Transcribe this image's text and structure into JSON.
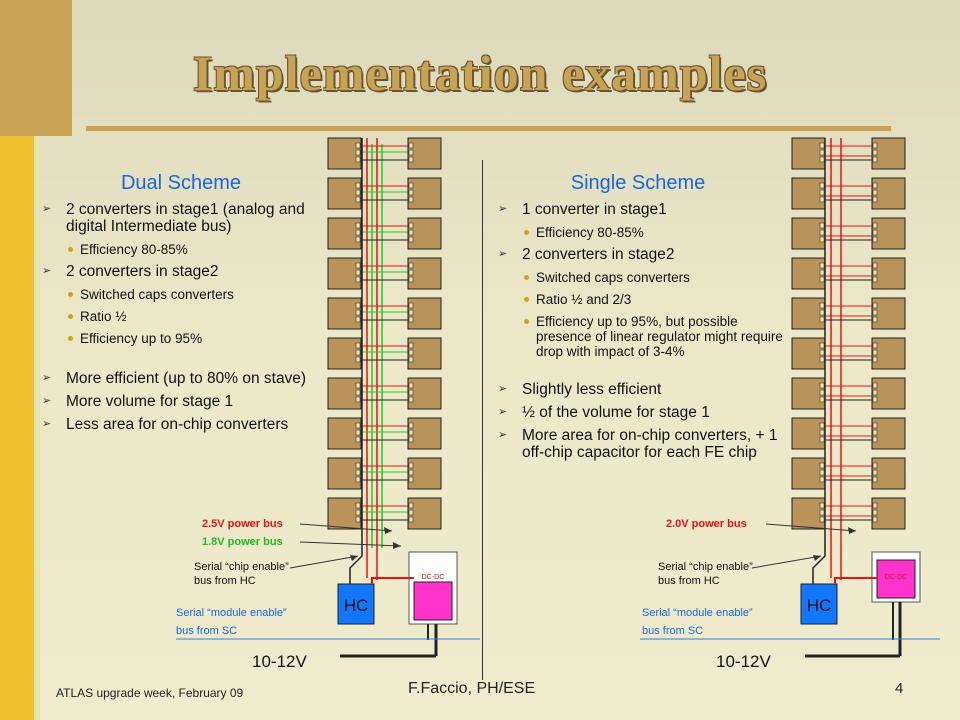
{
  "title": "Implementation examples",
  "dual": {
    "heading": "Dual Scheme",
    "b1": "2 converters in stage1 (analog and digital Intermediate bus)",
    "b1_s1": "Efficiency 80-85%",
    "b2": "2 converters in stage2",
    "b2_s1": "Switched caps converters",
    "b2_s2": "Ratio ½",
    "b2_s3": "Efficiency up to 95%",
    "b3": "More efficient (up to 80% on stave)",
    "b4": "More volume for stage 1",
    "b5": "Less area for on-chip converters"
  },
  "single": {
    "heading": "Single Scheme",
    "b1": "1 converter in stage1",
    "b1_s1": "Efficiency 80-85%",
    "b2": "2 converters in stage2",
    "b2_s1": "Switched caps converters",
    "b2_s2": "Ratio ½ and 2/3",
    "b2_s3": "Efficiency up to 95%, but possible presence of linear regulator might require drop with impact of 3-4%",
    "b3": "Slightly less efficient",
    "b4": "½ of the volume for stage 1",
    "b5": "More area for on-chip converters, + 1 off-chip capacitor for each FE chip"
  },
  "diagram_left": {
    "bus_red": "2.5V power bus",
    "bus_green": "1.8V power bus",
    "chip_enable_1": "Serial “chip enable”",
    "chip_enable_2": "bus from HC",
    "module_enable_1": "Serial “module enable”",
    "module_enable_2": "bus from SC",
    "hc": "HC",
    "dcdc": "DC-DC",
    "voltage": "10-12V"
  },
  "diagram_right": {
    "bus_red": "2.0V power bus",
    "chip_enable_1": "Serial “chip enable”",
    "chip_enable_2": "bus from HC",
    "module_enable_1": "Serial “module enable”",
    "module_enable_2": "bus from SC",
    "hc": "HC",
    "dcdc": "DC-DC",
    "voltage": "10-12V"
  },
  "footer": {
    "left": "ATLAS upgrade week, February 09",
    "center": "F.Faccio, PH/ESE",
    "page": "4"
  },
  "colors": {
    "chip": "#b8935a",
    "red_bus": "#ee1111",
    "green_bus": "#22cc22",
    "hc_box": "#1177ff",
    "dcdc_box": "#ff33cc",
    "blue_text": "#1a66dd"
  }
}
